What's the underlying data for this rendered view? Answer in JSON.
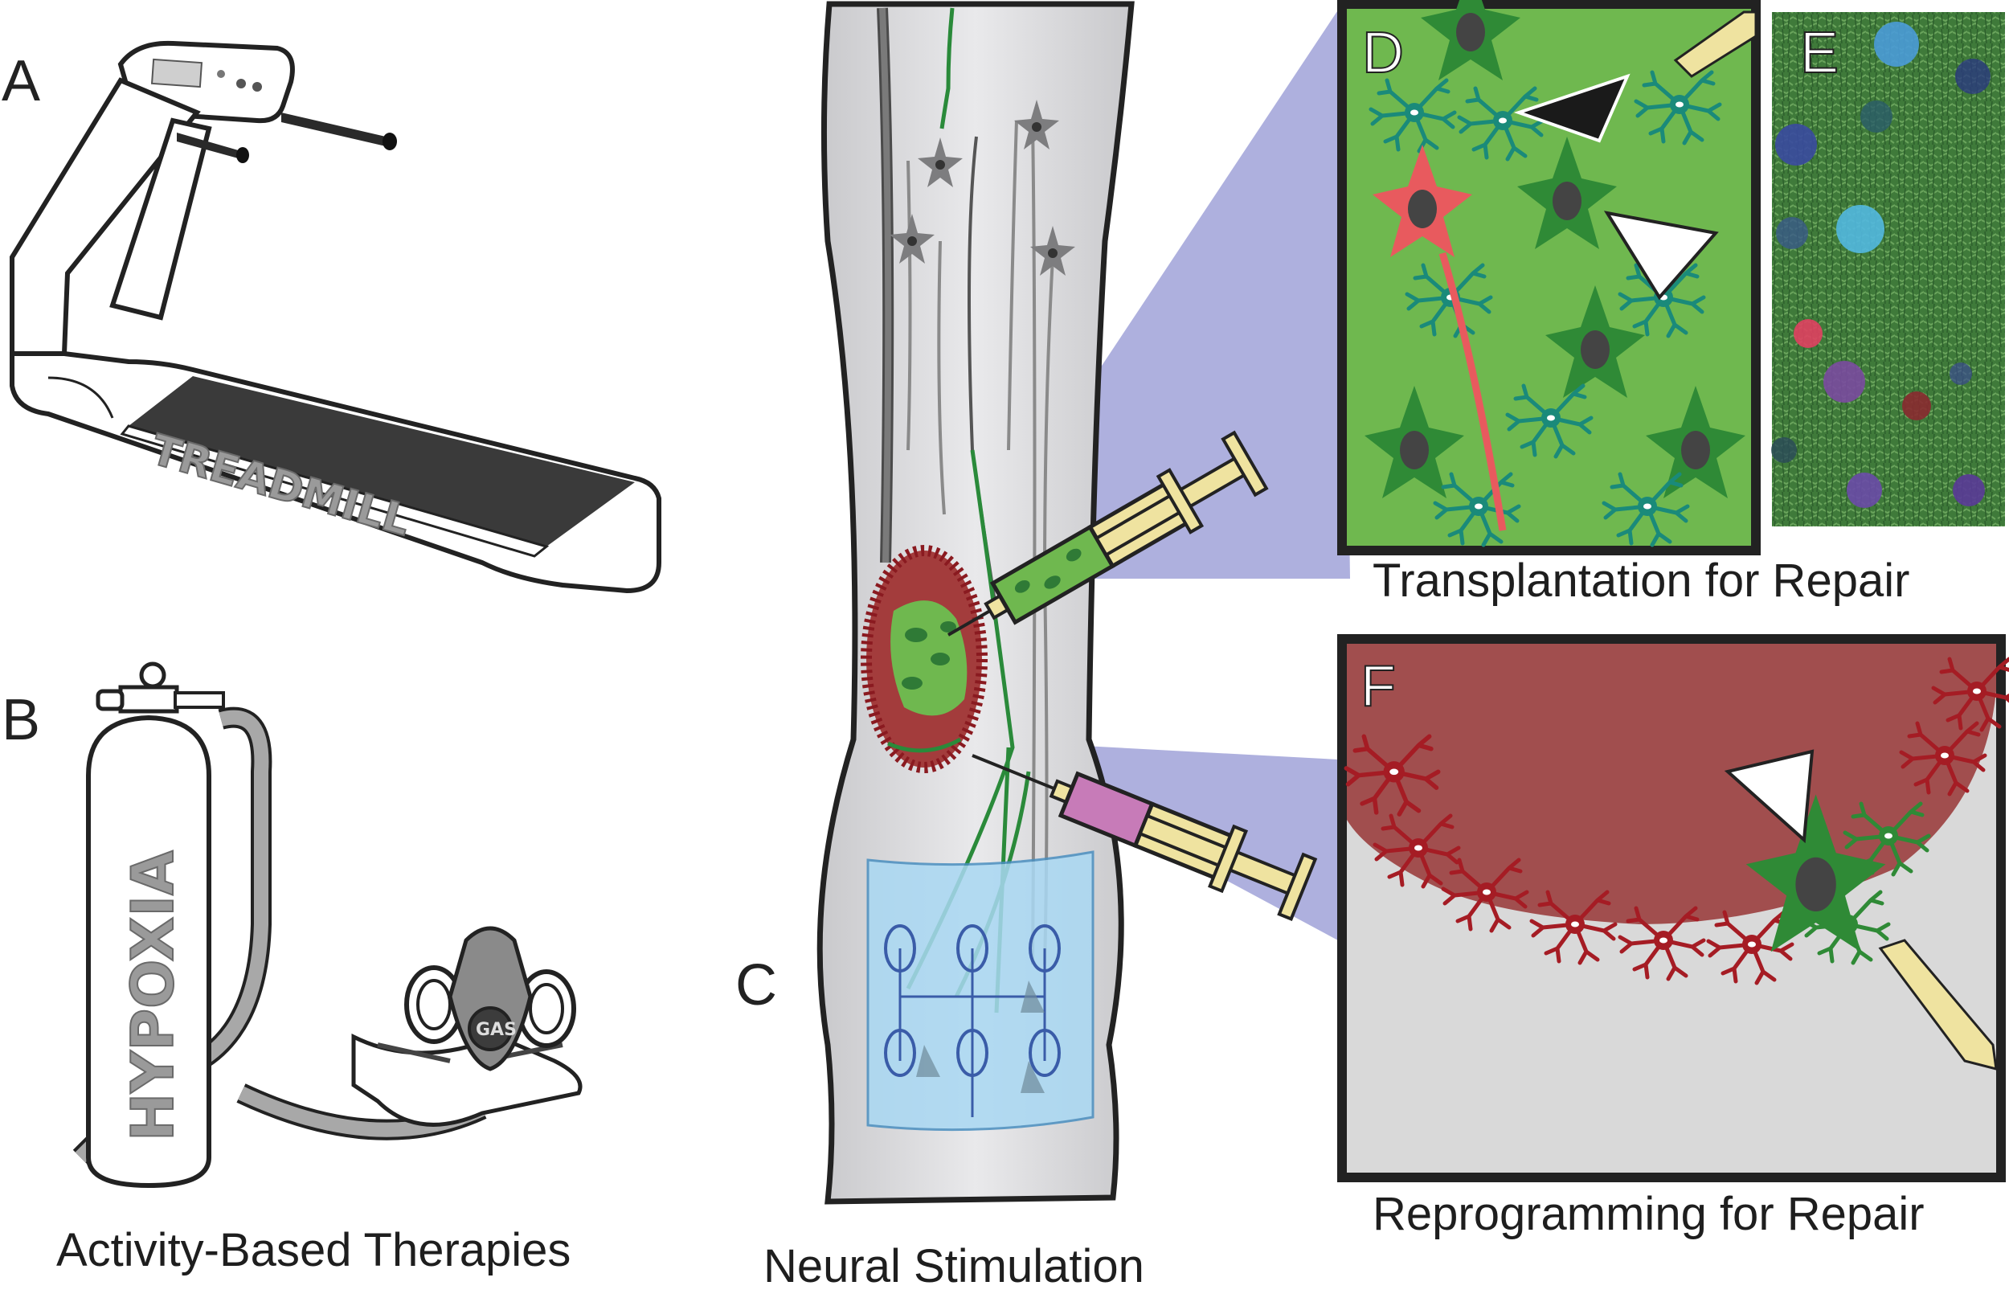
{
  "panels": {
    "a": {
      "letter": "A",
      "device_text": "TREADMILL"
    },
    "b": {
      "letter": "B",
      "device_text": "HYPOXIA",
      "mask_text": "GAS"
    },
    "c": {
      "letter": "C"
    },
    "d": {
      "letter": "D"
    },
    "e": {
      "letter": "E"
    },
    "f": {
      "letter": "F"
    }
  },
  "captions": {
    "activity": "Activity-Based Therapies",
    "neural": "Neural Stimulation",
    "transplant": "Transplantation for Repair",
    "reprogram": "Reprogramming for Repair"
  },
  "colors": {
    "cord": "#d8d8da",
    "lesion": "#a33c3c",
    "graft": "#6fb84f",
    "astrocyte_teal": "#1a8a7a",
    "neuron_green": "#2f8a36",
    "neuron_red": "#e85a5e",
    "reactive_red": "#a51c24",
    "projection": "#8b8fd0",
    "syringe_yellow": "#efe3a0",
    "syringe_pink": "#c77bb8",
    "electrode_blue": "#a9d8f3"
  }
}
